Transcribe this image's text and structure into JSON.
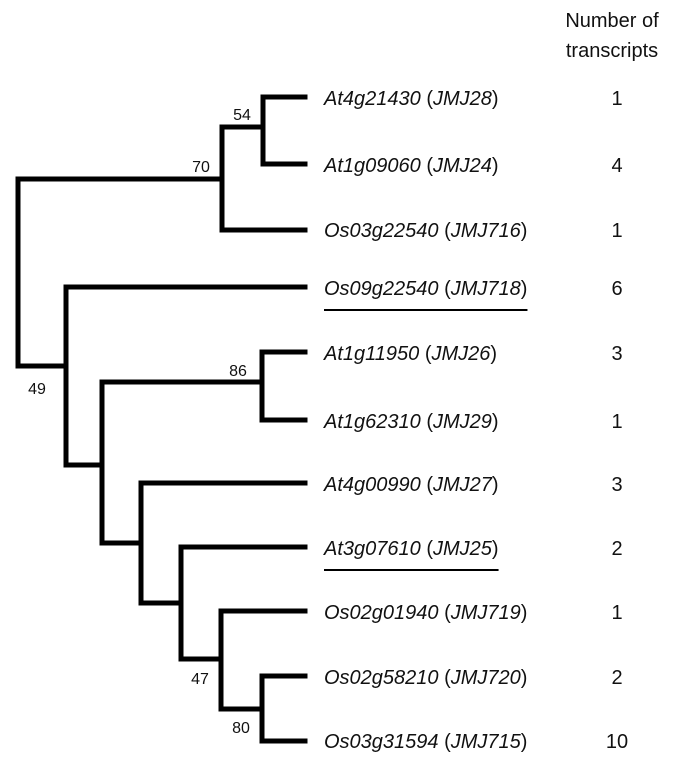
{
  "header": {
    "line1": "Number of",
    "line2": "transcripts"
  },
  "leaves": [
    {
      "id": "At4g21430",
      "alias": "JMJ28",
      "count": "1",
      "underlined": false
    },
    {
      "id": "At1g09060",
      "alias": "JMJ24",
      "count": "4",
      "underlined": false
    },
    {
      "id": "Os03g22540",
      "alias": "JMJ716",
      "count": "1",
      "underlined": false
    },
    {
      "id": "Os09g22540",
      "alias": "JMJ718",
      "count": "6",
      "underlined": true
    },
    {
      "id": "At1g11950",
      "alias": "JMJ26",
      "count": "3",
      "underlined": false
    },
    {
      "id": "At1g62310",
      "alias": "JMJ29",
      "count": "1",
      "underlined": false
    },
    {
      "id": "At4g00990",
      "alias": "JMJ27",
      "count": "3",
      "underlined": false
    },
    {
      "id": "At3g07610",
      "alias": "JMJ25",
      "count": "2",
      "underlined": true
    },
    {
      "id": "Os02g01940",
      "alias": "JMJ719",
      "count": "1",
      "underlined": false
    },
    {
      "id": "Os02g58210",
      "alias": "JMJ720",
      "count": "2",
      "underlined": false
    },
    {
      "id": "Os03g31594",
      "alias": "JMJ715",
      "count": "10",
      "underlined": false
    }
  ],
  "bootstrap": {
    "n54": "54",
    "n70": "70",
    "n49": "49",
    "n86": "86",
    "n47": "47",
    "n80": "80"
  }
}
